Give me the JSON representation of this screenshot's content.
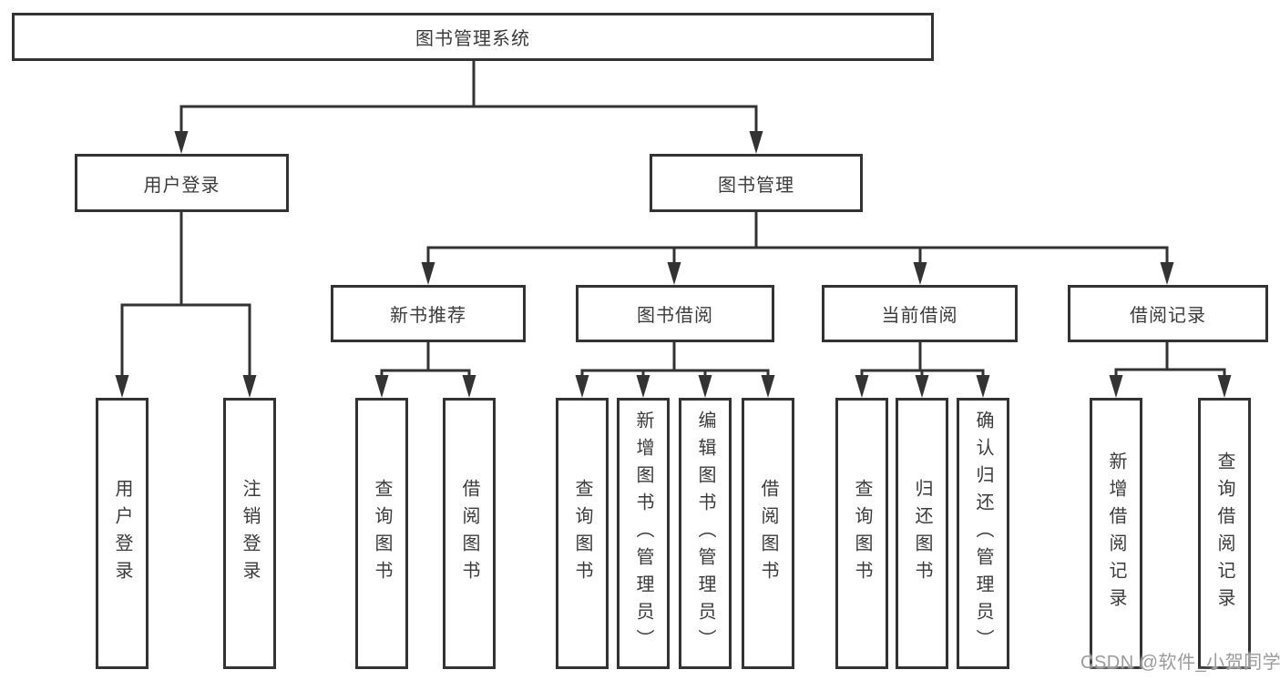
{
  "tree": {
    "root": {
      "label": "图书管理系统"
    },
    "branches": [
      {
        "label": "用户登录",
        "children": [
          "用户登录",
          "注销登录"
        ]
      },
      {
        "label": "图书管理",
        "groups": [
          {
            "label": "新书推荐",
            "children": [
              "查询图书",
              "借阅图书"
            ]
          },
          {
            "label": "图书借阅",
            "children": [
              "查询图书",
              "新增图书（管理员）",
              "编辑图书（管理员）",
              "借阅图书"
            ]
          },
          {
            "label": "当前借阅",
            "children": [
              "查询图书",
              "归还图书",
              "确认归还（管理员）"
            ]
          },
          {
            "label": "借阅记录",
            "children": [
              "新增借阅记录",
              "查询借阅记录"
            ]
          }
        ]
      }
    ]
  },
  "watermark": {
    "text": "CSDN @软件_小贺同学"
  },
  "colors": {
    "line": "#333333",
    "box_border": "#333333",
    "box_fill": "#ffffff",
    "text": "#3b3b3b",
    "watermark": "#9b9b9b",
    "background": "#ffffff"
  }
}
